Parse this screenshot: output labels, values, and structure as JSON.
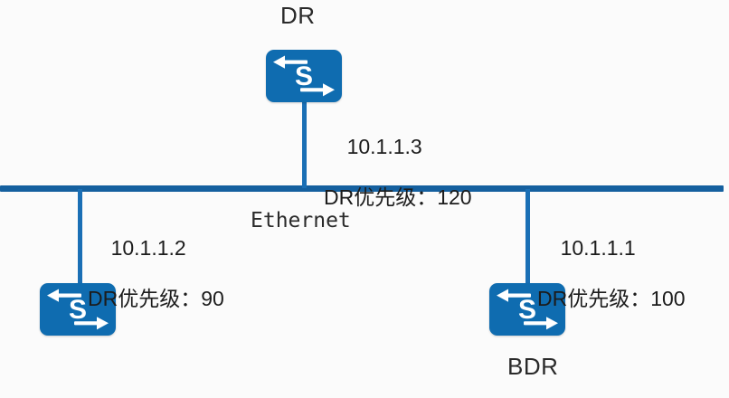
{
  "diagram": {
    "title": "OSPF DR/BDR election on an Ethernet broadcast segment",
    "background_color": "#fbfbfb",
    "accent_color": "#0f6cb0",
    "bus_color": "#15609f",
    "link_color": "#1a6fb5"
  },
  "network": {
    "media_label": "Ethernet",
    "nodes": [
      {
        "id": "top",
        "role_label": "DR",
        "role_position": "above",
        "icon": "switch-icon",
        "ip": "10.1.1.3",
        "priority_label": "DR优先级：120",
        "priority_value": 120
      },
      {
        "id": "left",
        "role_label": "",
        "role_position": "none",
        "icon": "switch-icon",
        "ip": "10.1.1.2",
        "priority_label": "DR优先级：90",
        "priority_value": 90
      },
      {
        "id": "right",
        "role_label": "BDR",
        "role_position": "below",
        "icon": "switch-icon",
        "ip": "10.1.1.1",
        "priority_label": "DR优先级：100",
        "priority_value": 100
      }
    ]
  },
  "icons": {
    "switch_glyph": "S",
    "arrow_left": "left-arrow-icon",
    "arrow_right": "right-arrow-icon"
  }
}
